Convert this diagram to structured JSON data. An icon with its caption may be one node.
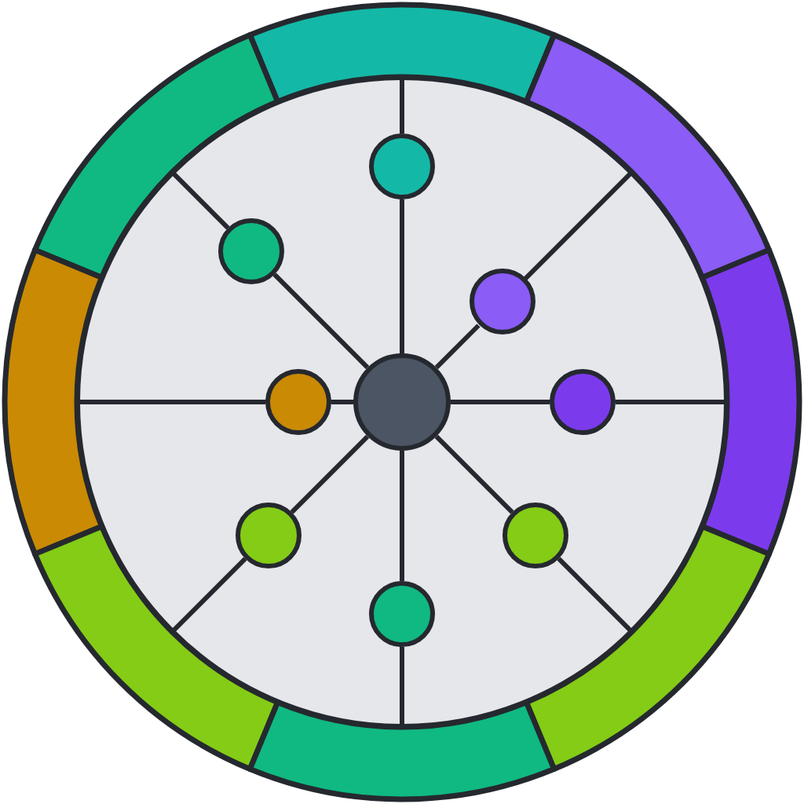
{
  "diagram": {
    "nodes": [
      {
        "text": [],
        "shape": "arc"
      },
      {
        "text": [],
        "shape": "arc"
      },
      {
        "text": [],
        "shape": "arc"
      },
      {
        "text": [],
        "shape": "arc"
      },
      {
        "text": [],
        "shape": "arc"
      },
      {
        "text": [],
        "shape": "arc"
      },
      {
        "text": [],
        "shape": "arc"
      },
      {
        "text": [],
        "shape": "arc"
      },
      {
        "text": [],
        "shape": "circle"
      },
      {
        "text": [],
        "shape": "circle",
        "in": 8
      },
      {
        "text": [],
        "shape": "circle",
        "in": 8
      },
      {
        "text": [],
        "shape": "circle",
        "in": 8
      },
      {
        "text": [],
        "shape": "circle",
        "in": 8
      },
      {
        "text": [],
        "shape": "circle",
        "in": 8
      },
      {
        "text": [],
        "shape": "circle",
        "in": 8
      },
      {
        "text": [],
        "shape": "circle",
        "in": 8
      },
      {
        "text": [],
        "shape": "circle",
        "in": 8
      },
      {
        "text": [],
        "shape": "circle",
        "in": 8
      }
    ],
    "edges": [
      {
        "from": 9,
        "to": 10,
        "arrow": "none"
      },
      {
        "from": 9,
        "to": 11,
        "arrow": "none"
      },
      {
        "from": 9,
        "to": 12,
        "arrow": "none"
      },
      {
        "from": 9,
        "to": 13,
        "arrow": "none"
      },
      {
        "from": 9,
        "to": 14,
        "arrow": "none"
      },
      {
        "from": 9,
        "to": 15,
        "arrow": "none"
      },
      {
        "from": 9,
        "to": 16,
        "arrow": "none"
      },
      {
        "from": 9,
        "to": 17,
        "arrow": "none"
      },
      {
        "from": 10,
        "to": 0,
        "arrow": "none"
      },
      {
        "from": 11,
        "to": 1,
        "arrow": "none"
      },
      {
        "from": 12,
        "to": 2,
        "arrow": "none"
      },
      {
        "from": 13,
        "to": 3,
        "arrow": "none"
      },
      {
        "from": 14,
        "to": 4,
        "arrow": "none"
      },
      {
        "from": 15,
        "to": 5,
        "arrow": "none"
      },
      {
        "from": 16,
        "to": 6,
        "arrow": "none"
      },
      {
        "from": 17,
        "to": 7,
        "arrow": "none"
      }
    ]
  }
}
